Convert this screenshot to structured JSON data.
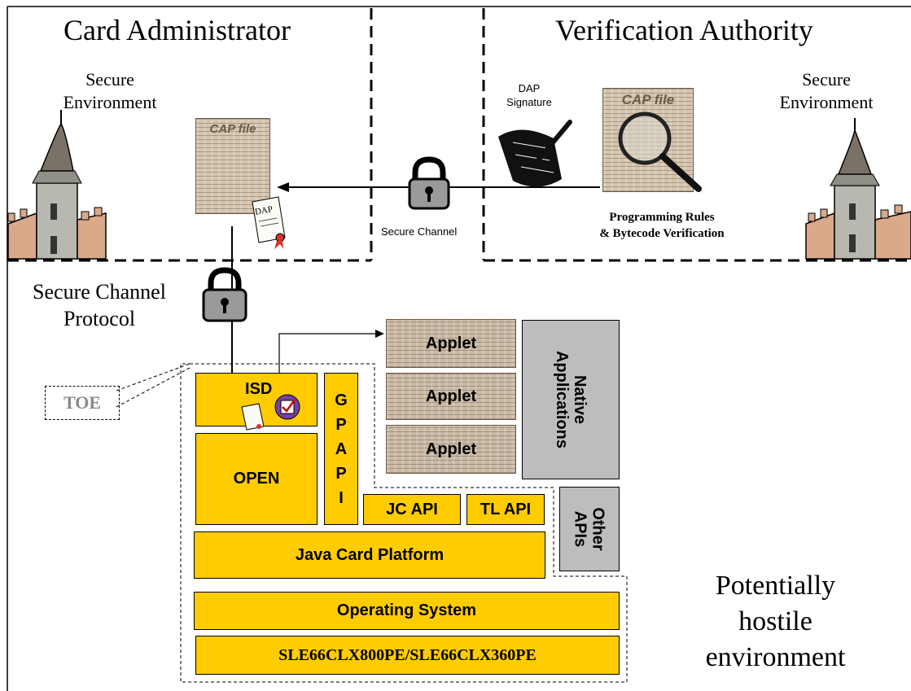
{
  "zones": {
    "card_admin_title": "Card Administrator",
    "verif_title": "Verification Authority",
    "secure_env_left": "Secure\nEnvironment",
    "secure_env_right": "Secure\nEnvironment",
    "hostile_env": "Potentially\nhostile\nenvironment"
  },
  "labels": {
    "cap_file": "CAP file",
    "dap": "DAP",
    "dap_signature": "DAP\nSignature",
    "secure_channel": "Secure Channel",
    "programming_rules": "Programming Rules\n& Bytecode Verification",
    "secure_channel_protocol": "Secure Channel\nProtocol",
    "toe": "TOE"
  },
  "stack": {
    "isd": "ISD",
    "open": "OPEN",
    "gp_api": "G\nP\nA\nP\nI",
    "jc_api": "JC API",
    "tl_api": "TL API",
    "other_apis": "Other\nAPIs",
    "java_card_platform": "Java Card Platform",
    "operating_system": "Operating System",
    "chip": "SLE66CLX800PE/SLE66CLX360PE",
    "applets": [
      "Applet",
      "Applet",
      "Applet"
    ],
    "native_apps": "Native\nApplications"
  },
  "colors": {
    "component_fill": "#FFCC00",
    "native_fill": "#BDBDBD",
    "toe_text": "#8A8A8A"
  }
}
